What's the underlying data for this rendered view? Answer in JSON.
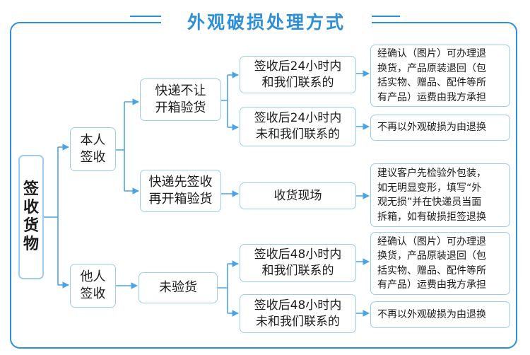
{
  "title": "外观破损处理方式",
  "root": "签收货物",
  "receivers": [
    {
      "line1": "本人",
      "line2": "签收"
    },
    {
      "line1": "他人",
      "line2": "签收"
    }
  ],
  "modes": [
    {
      "line1": "快递不让",
      "line2": "开箱验货"
    },
    {
      "line1": "快递先签收",
      "line2": "再开箱验货"
    },
    {
      "line1": "未验货"
    }
  ],
  "conditions": [
    {
      "line1": "签收后24小时内",
      "line2": "和我们联系的"
    },
    {
      "line1": "签收后24小时内",
      "line2": "未和我们联系的"
    },
    {
      "line1": "收货现场"
    },
    {
      "line1": "签收后48小时内",
      "line2": "和我们联系的"
    },
    {
      "line1": "签收后48小时内",
      "line2": "未和我们联系的"
    }
  ],
  "results": [
    {
      "lines": [
        "经确认（图片）可办理退",
        "换货，产品原装退回（包",
        "括实物、赠品、配件等所",
        "有产品）运费由我方承担"
      ]
    },
    {
      "lines": [
        "不再以外观破损为由退换"
      ]
    },
    {
      "lines": [
        "建议客户先检验外包装，",
        "如无明显变形，填写“外",
        "观无损”并在快递员当面",
        "拆箱，如有破损拒签退换"
      ]
    },
    {
      "lines": [
        "经确认（图片）可办理退",
        "换货，产品原装退回（包",
        "括实物、赠品、配件等所",
        "有产品）运费由我方承担"
      ]
    },
    {
      "lines": [
        "不再以外观破损为由退换"
      ]
    }
  ],
  "colors": {
    "accent": "#2f8fd6",
    "box_border": "#9ccdf0",
    "connector": "#4aa3e6"
  }
}
